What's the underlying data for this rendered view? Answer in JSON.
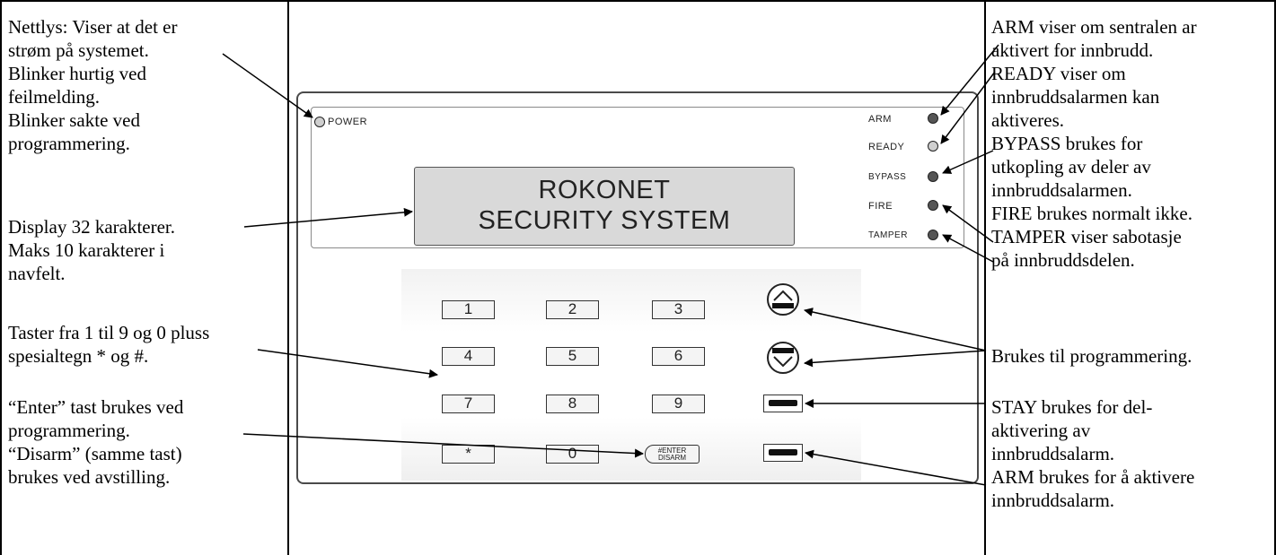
{
  "notes": {
    "power": "Nettlys: Viser  at det er\nstrøm på systemet.\nBlinker hurtig ved\nfeilmelding.\nBlinker sakte ved\nprogrammering.",
    "display": "Display 32 karakterer.\nMaks 10 karakterer i\nnavfelt.",
    "keys": "Taster fra 1 til 9 og 0 pluss\nspesialtegn * og #.",
    "enter": "“Enter” tast brukes ved\nprogrammering.\n“Disarm” (samme tast)\nbrukes ved avstilling.",
    "arm": "ARM viser om sentralen ar\naktivert for innbrudd.",
    "ready": "READY viser om\ninnbruddsalarmen kan\naktiveres.",
    "bypass": "BYPASS brukes for\nutkopling av deler av\ninnbruddsalarmen.",
    "fire": "FIRE brukes normalt ikke.",
    "tamper": "TAMPER viser sabotasje\npå innbruddsdelen.",
    "programming": "Brukes til programmering.",
    "stay": "STAY brukes for del-\naktivering av\ninnbruddsalarm.",
    "arm_key": " ARM brukes for å aktivere\ninnbruddsalarm."
  },
  "device": {
    "power_label": "POWER",
    "lcd_line1": "ROKONET",
    "lcd_line2": "SECURITY SYSTEM",
    "leds": [
      "ARM",
      "READY",
      "BYPASS",
      "FIRE",
      "TAMPER"
    ],
    "keys": [
      "1",
      "2",
      "3",
      "4",
      "5",
      "6",
      "7",
      "8",
      "9",
      "*",
      "0"
    ],
    "enter_key_line1": "#ENTER",
    "enter_key_line2": "DISARM"
  },
  "colors": {
    "lcd": "#d9d9d9",
    "led_dark": "#555555",
    "led_light": "#cfcfcf"
  }
}
